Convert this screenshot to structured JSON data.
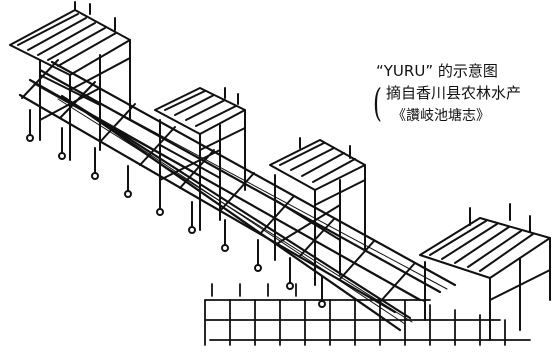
{
  "caption": {
    "title": "“YURU” 的示意图",
    "source": "摘自香川县农林水产",
    "book": "《讚岐池塘志》",
    "open_paren": "("
  },
  "colors": {
    "ink": "#111111",
    "background": "#ffffff"
  }
}
